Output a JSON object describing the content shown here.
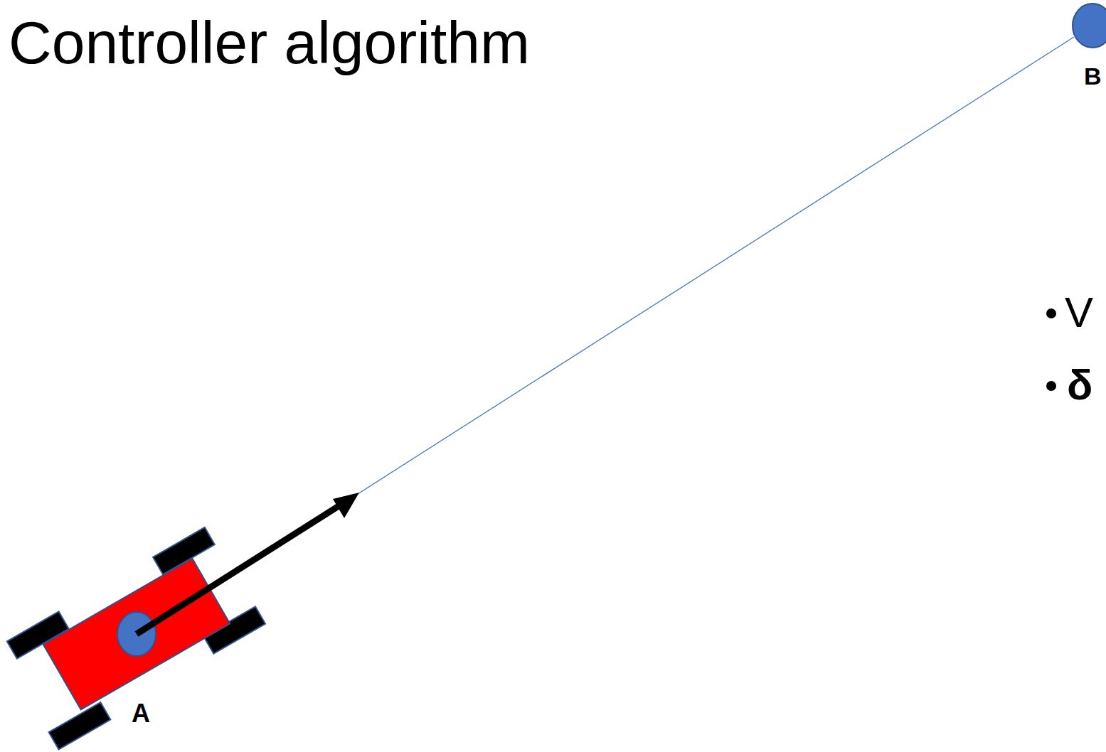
{
  "diagram": {
    "title": "Controller algorithm",
    "labels": [
      "B",
      "V",
      "δ",
      "A"
    ]
  }
}
